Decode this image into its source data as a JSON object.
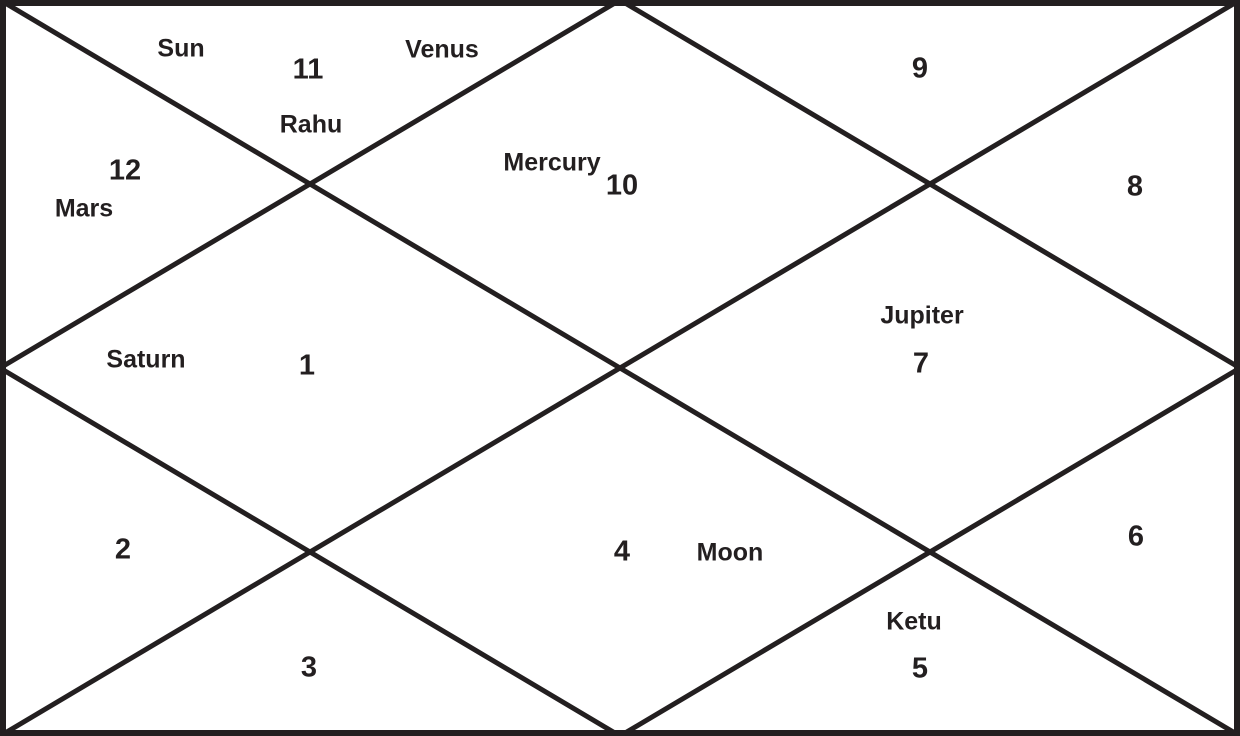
{
  "chart": {
    "type": "north-indian-kundali",
    "colors": {
      "line": "#231f20",
      "text": "#231f20",
      "background": "#ffffff"
    },
    "houses": [
      {
        "number": "1",
        "planets": [
          "Saturn"
        ]
      },
      {
        "number": "2",
        "planets": []
      },
      {
        "number": "3",
        "planets": []
      },
      {
        "number": "4",
        "planets": [
          "Moon"
        ]
      },
      {
        "number": "5",
        "planets": [
          "Ketu"
        ]
      },
      {
        "number": "6",
        "planets": []
      },
      {
        "number": "7",
        "planets": [
          "Jupiter"
        ]
      },
      {
        "number": "8",
        "planets": []
      },
      {
        "number": "9",
        "planets": []
      },
      {
        "number": "10",
        "planets": [
          "Mercury"
        ]
      },
      {
        "number": "11",
        "planets": [
          "Sun",
          "Venus",
          "Rahu"
        ]
      },
      {
        "number": "12",
        "planets": [
          "Mars"
        ]
      }
    ]
  }
}
